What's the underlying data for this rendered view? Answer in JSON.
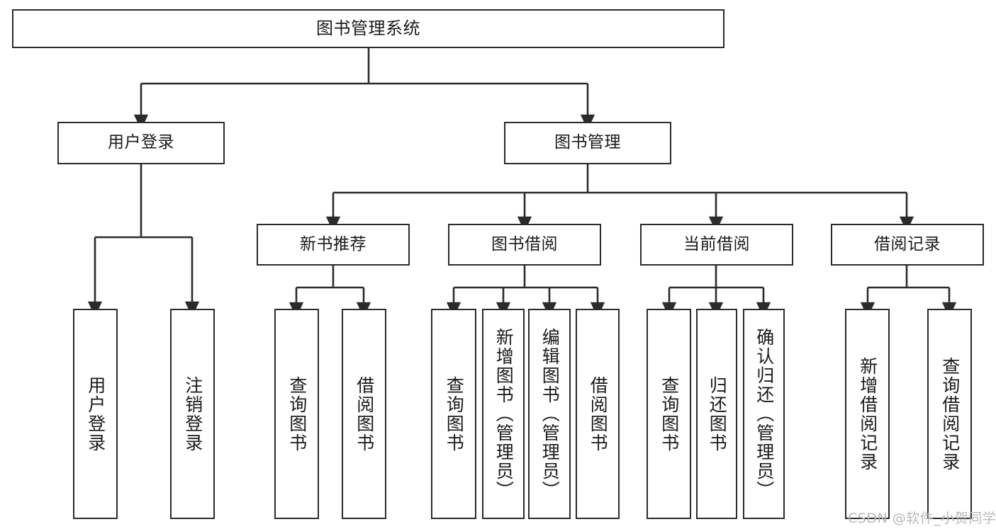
{
  "diagram": {
    "title": "图书管理系统",
    "type": "tree",
    "watermark": "CSDN @软件_小贺同学",
    "colors": {
      "border": "#2b2b2b",
      "background": "#ffffff",
      "text": "#1a1a1a",
      "edge": "#2b2b2b",
      "watermark": "#b9b9b9"
    },
    "levels": {
      "root": {
        "label": "图书管理系统"
      },
      "level2": [
        {
          "label": "用户登录"
        },
        {
          "label": "图书管理"
        }
      ],
      "level3": [
        {
          "label": "新书推荐"
        },
        {
          "label": "图书借阅"
        },
        {
          "label": "当前借阅"
        },
        {
          "label": "借阅记录"
        }
      ],
      "leaves": {
        "user_login": [
          {
            "label": "用户登录"
          },
          {
            "label": "注销登录"
          }
        ],
        "new_book_recommend": [
          {
            "label": "查询图书"
          },
          {
            "label": "借阅图书"
          }
        ],
        "book_borrow": [
          {
            "label": "查询图书"
          },
          {
            "label": "新增图书（管理员）"
          },
          {
            "label": "编辑图书（管理员）"
          },
          {
            "label": "借阅图书"
          }
        ],
        "current_borrow": [
          {
            "label": "查询图书"
          },
          {
            "label": "归还图书"
          },
          {
            "label": "确认归还（管理员）"
          }
        ],
        "borrow_record": [
          {
            "label": "新增借阅记录"
          },
          {
            "label": "查询借阅记录"
          }
        ]
      }
    }
  }
}
